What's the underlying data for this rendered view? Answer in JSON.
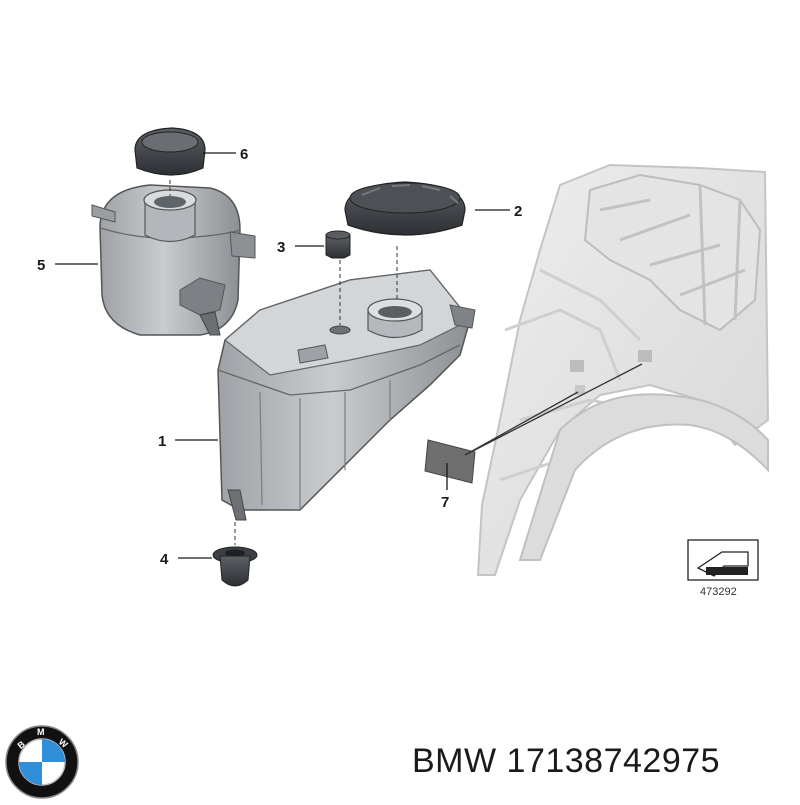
{
  "callouts": [
    {
      "num": "1"
    },
    {
      "num": "2"
    },
    {
      "num": "3"
    },
    {
      "num": "4"
    },
    {
      "num": "5"
    },
    {
      "num": "6"
    },
    {
      "num": "7"
    }
  ],
  "reference_number": "473292",
  "brand": {
    "name": "BMW",
    "part_number": "17138742975",
    "logo_text": "BMW",
    "logo_color_blue": "#2f8fd8",
    "logo_color_black": "#111111"
  }
}
